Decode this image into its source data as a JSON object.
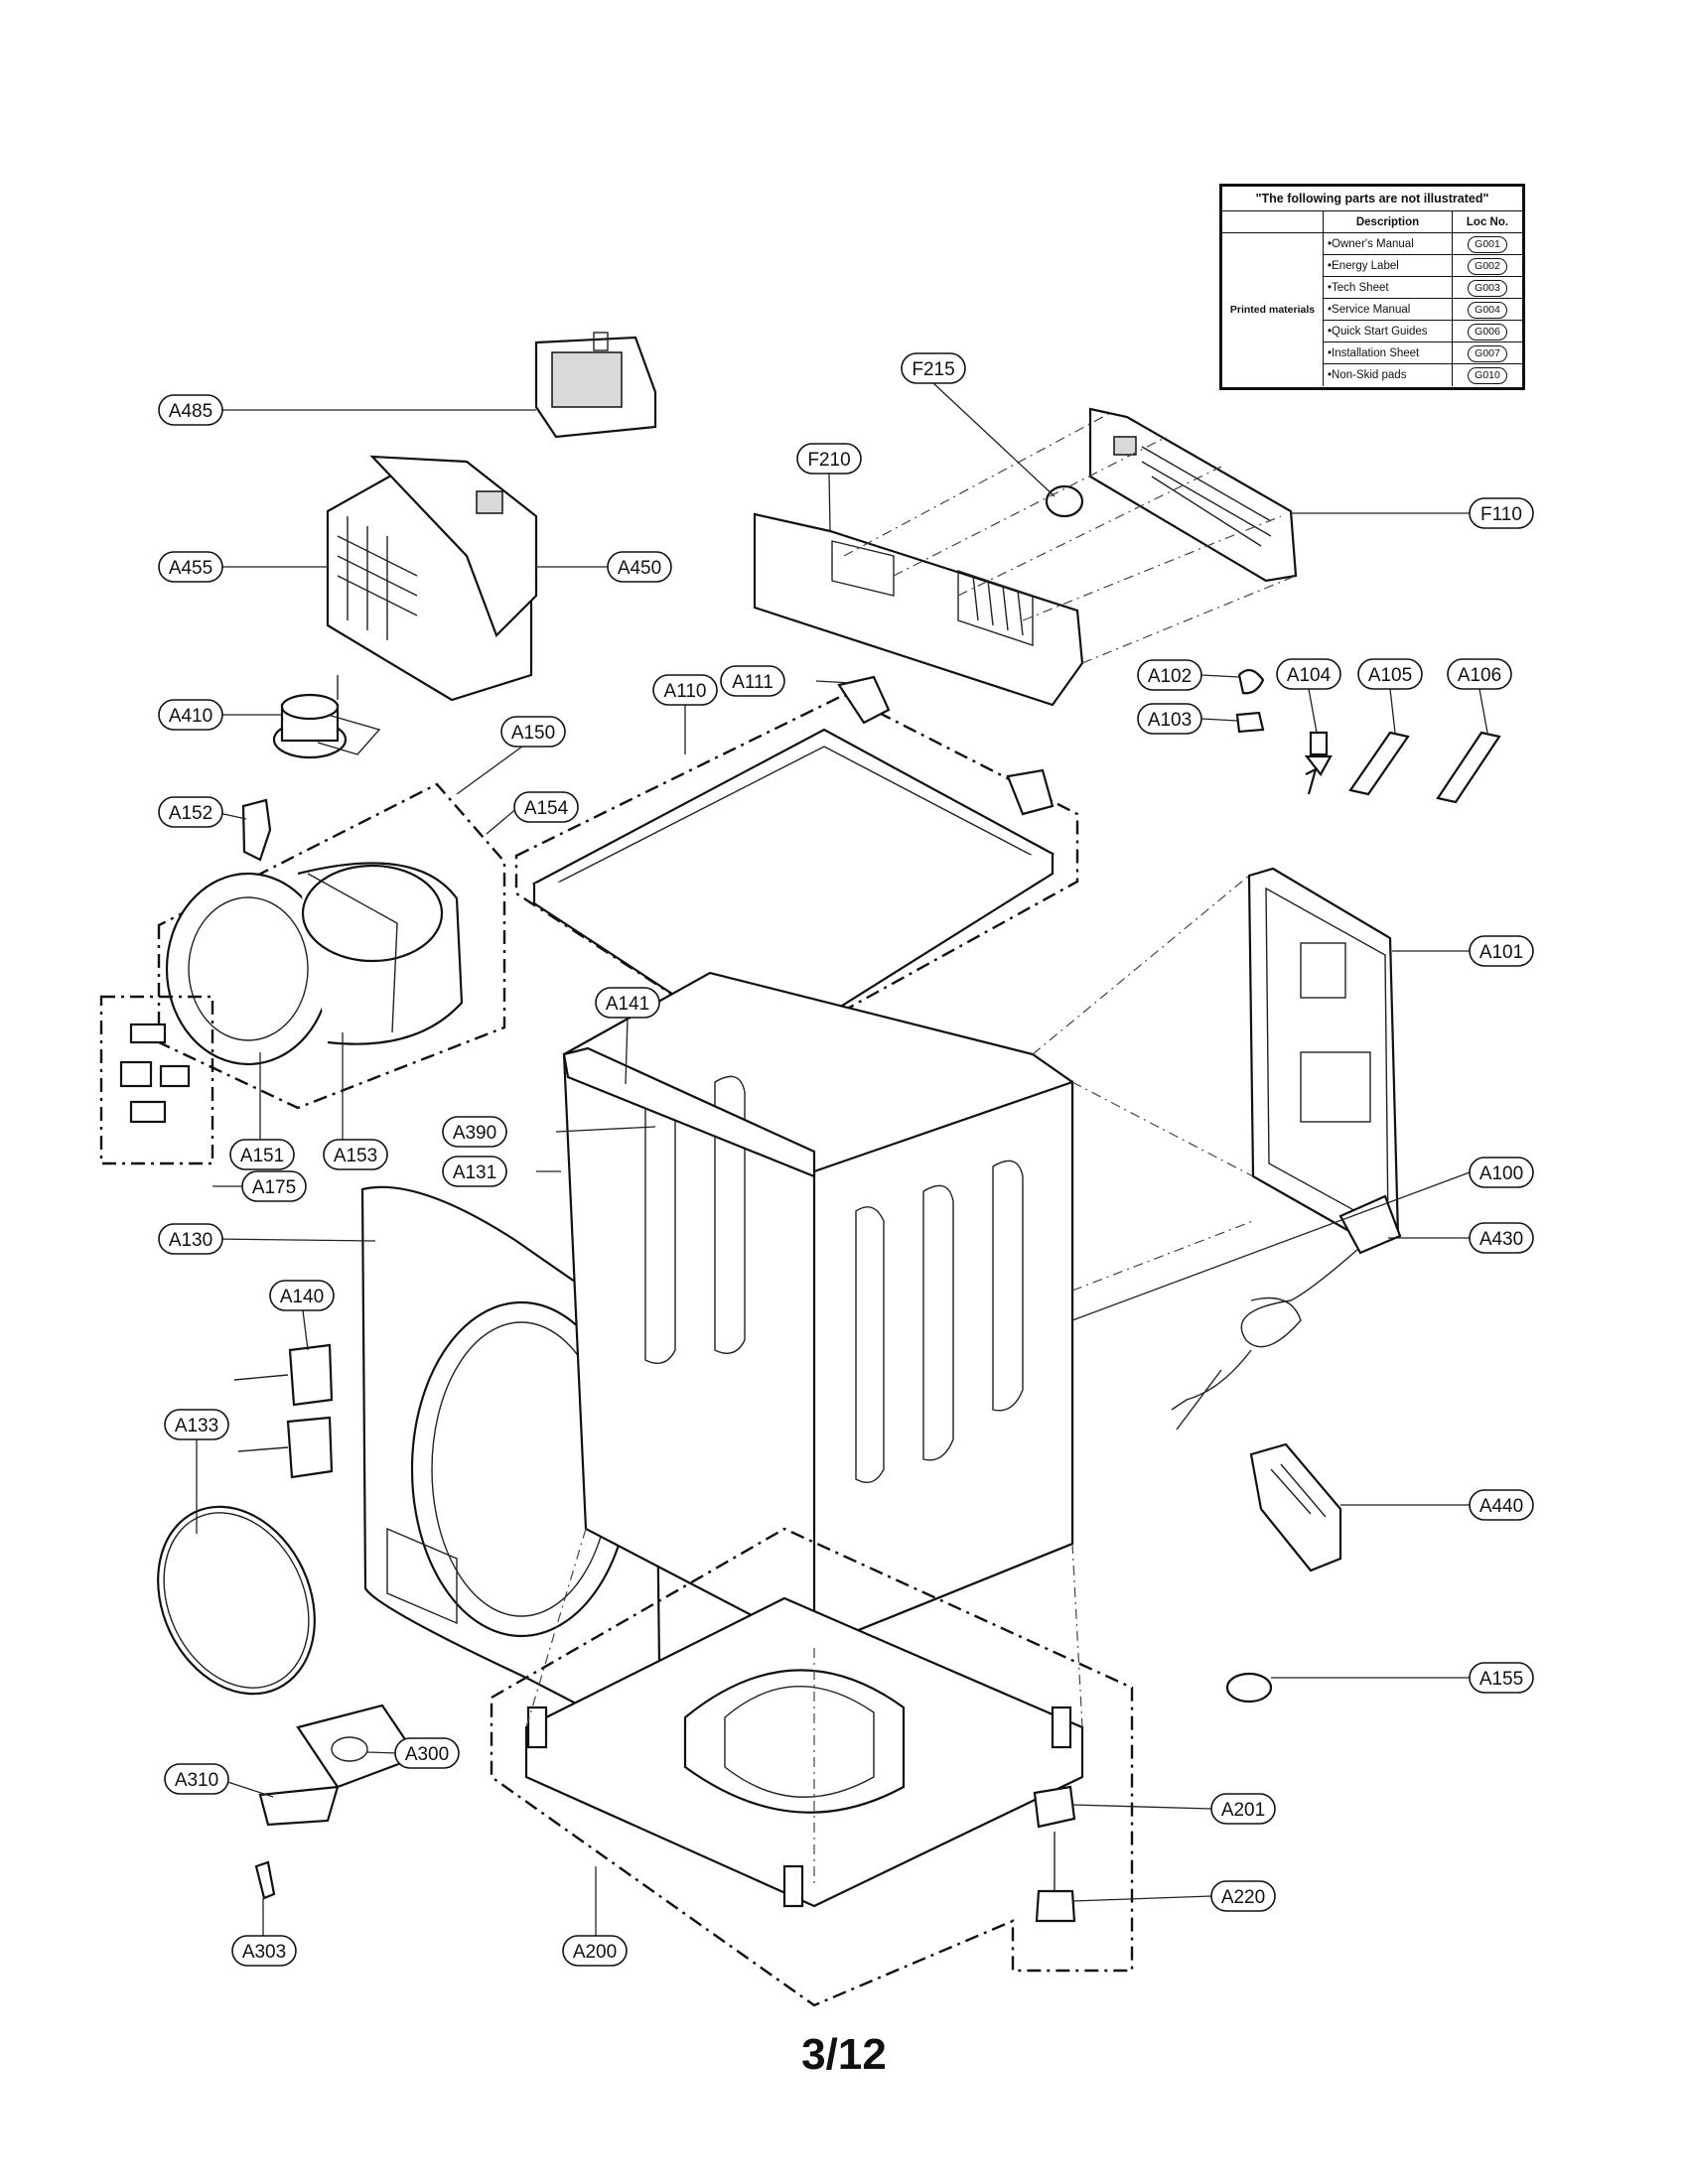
{
  "not_illustrated": {
    "title": "\"The following parts are not illustrated\"",
    "headers": {
      "description": "Description",
      "loc_no": "Loc No."
    },
    "category": "Printed materials",
    "rows": [
      {
        "description": "•Owner's Manual",
        "loc": "G001"
      },
      {
        "description": "•Energy Label",
        "loc": "G002"
      },
      {
        "description": "•Tech Sheet",
        "loc": "G003"
      },
      {
        "description": "•Service Manual",
        "loc": "G004"
      },
      {
        "description": "•Quick Start Guides",
        "loc": "G006"
      },
      {
        "description": "•Installation Sheet",
        "loc": "G007"
      },
      {
        "description": "•Non-Skid pads",
        "loc": "G010"
      }
    ]
  },
  "callouts": {
    "a485": "A485",
    "a455": "A455",
    "a450": "A450",
    "a410": "A410",
    "a150": "A150",
    "a152": "A152",
    "a154": "A154",
    "a151": "A151",
    "a153": "A153",
    "a175": "A175",
    "a130": "A130",
    "a140": "A140",
    "a133": "A133",
    "a310": "A310",
    "a300": "A300",
    "a303": "A303",
    "a200": "A200",
    "a201": "A201",
    "a220": "A220",
    "a155": "A155",
    "a440": "A440",
    "a430": "A430",
    "a100": "A100",
    "a101": "A101",
    "a102": "A102",
    "a103": "A103",
    "a104": "A104",
    "a105": "A105",
    "a106": "A106",
    "a110": "A110",
    "a111": "A111",
    "a141": "A141",
    "a390": "A390",
    "a131": "A131",
    "f215": "F215",
    "f210": "F210",
    "f110": "F110"
  },
  "page_number": "3/12"
}
